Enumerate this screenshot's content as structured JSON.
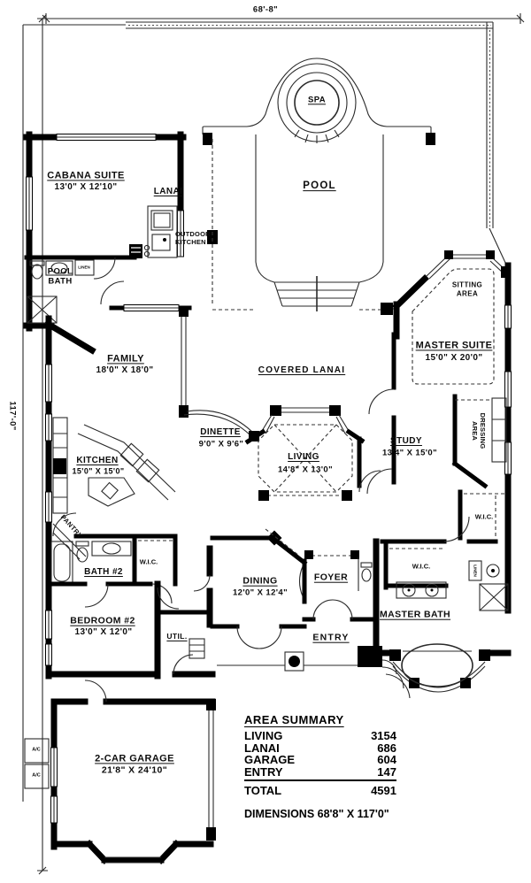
{
  "dimensions": {
    "top": "68'-8\"",
    "left": "117'-0\"",
    "note": "DIMENSIONS 68'8\" X 117'0\""
  },
  "rooms": {
    "spa": "SPA",
    "pool": "POOL",
    "lanai": "LANAI",
    "covered_lanai": "COVERED LANAI",
    "outdoor_kitchen": "OUTDOOR\nKITCHEN",
    "cabana_suite": {
      "name": "CABANA SUITE",
      "dims": "13'0\" X 12'10\""
    },
    "pool_bath": "POOL\nBATH",
    "family": {
      "name": "FAMILY",
      "dims": "18'0\" X 18'0\""
    },
    "sitting_area": "SITTING\nAREA",
    "master_suite": {
      "name": "MASTER SUITE",
      "dims": "15'0\" X 20'0\""
    },
    "dinette": {
      "name": "DINETTE",
      "dims": "9'0\" X 9'6\""
    },
    "living": {
      "name": "LIVING",
      "dims": "14'8\" X 13'0\""
    },
    "study": {
      "name": "STUDY",
      "dims": "13'4\" X 15'0\""
    },
    "kitchen": {
      "name": "KITCHEN",
      "dims": "15'0\" X 15'0\""
    },
    "pantry": "PANTRY",
    "dressing_area": "DRESSING\nAREA",
    "wic": "W.I.C.",
    "bath2": "BATH #2",
    "bedroom2": {
      "name": "BEDROOM #2",
      "dims": "13'0\" X 12'0\""
    },
    "util": "UTIL.",
    "dining": {
      "name": "DINING",
      "dims": "12'0\" X 12'4\""
    },
    "foyer": "FOYER",
    "entry": "ENTRY",
    "master_bath": "MASTER BATH",
    "garage": {
      "name": "2-CAR GARAGE",
      "dims": "21'8\" X 24'10\""
    },
    "linen": "LINEN",
    "ac": "A/C"
  },
  "area_summary": {
    "title": "AREA SUMMARY",
    "rows": [
      {
        "label": "LIVING",
        "value": "3154"
      },
      {
        "label": "LANAI",
        "value": "686"
      },
      {
        "label": "GARAGE",
        "value": "604"
      },
      {
        "label": "ENTRY",
        "value": "147"
      }
    ],
    "total": {
      "label": "TOTAL",
      "value": "4591"
    }
  }
}
